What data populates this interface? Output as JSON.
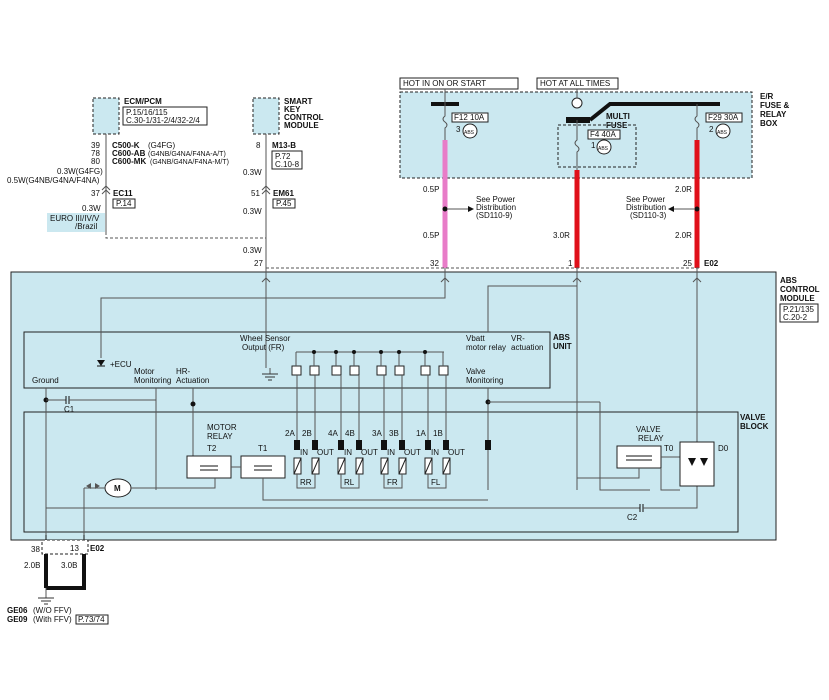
{
  "colors": {
    "panel": "#cbe8f0",
    "pink": "#e87cc8",
    "red": "#e0101a",
    "black": "#111111",
    "callout_bg": "#cbe8f0"
  },
  "supply": {
    "hot_start": "HOT IN ON OR START",
    "hot_all": "HOT AT ALL TIMES",
    "er_box": [
      "E/R",
      "FUSE &",
      "RELAY",
      "BOX"
    ],
    "f12": "F12 10A",
    "f12_pin": "3",
    "f4": "F4 40A",
    "f4_pin": "1",
    "f29": "F29 30A",
    "f29_pin": "2",
    "multi_fuse": [
      "MULTI",
      "FUSE"
    ],
    "abs_icon": "ABS"
  },
  "ecm": {
    "title": "ECM/PCM",
    "ref1": "P.15/16/115",
    "ref2": "C.30-1/31-2/4/32-2/4",
    "pins": [
      "39",
      "78",
      "80"
    ],
    "c500": "C500-K",
    "c500_note": "(G4FG)",
    "c600ab": "C600-AB",
    "c600ab_note": "(G4NB/G4NA/F4NA-A/T)",
    "c600mk": "C600-MK",
    "c600mk_note": "(G4NB/G4NA/F4NA-M/T)",
    "wire1": "0.3W(G4FG)",
    "wire2": "0.5W(G4NB/G4NA/F4NA)",
    "pin37": "37",
    "ec11": "EC11",
    "p14": "P.14",
    "wire3": "0.3W",
    "euro": "EURO III/IV/V",
    "brazil": "/Brazil"
  },
  "smart_key": {
    "title": [
      "SMART",
      "KEY",
      "CONTROL",
      "MODULE"
    ],
    "pin8": "8",
    "m13b": "M13-B",
    "p72": "P.72",
    "c108": "C.10-8",
    "wire": "0.3W",
    "pin51": "51",
    "em61": "EM61",
    "p45": "P.45",
    "wire2": "0.3W",
    "wire3": "0.3W"
  },
  "power": {
    "w05p_a": "0.5P",
    "w05p_b": "0.5P",
    "see1a": "See Power",
    "see1b": "Distribution",
    "see1c": "(SD110-9)",
    "w30r": "3.0R",
    "w20r_a": "2.0R",
    "w20r_b": "2.0R",
    "see2a": "See Power",
    "see2b": "Distribution",
    "see2c": "(SD110-3)"
  },
  "abs_module": {
    "pins": {
      "p27": "27",
      "p32": "32",
      "p1": "1",
      "p25": "25"
    },
    "e02": "E02",
    "title": [
      "ABS",
      "CONTROL",
      "MODULE"
    ],
    "ref1": "P.21/135",
    "ref2": "C.20-2"
  },
  "abs_unit": {
    "title": [
      "ABS",
      "UNIT"
    ],
    "ecu": "+ECU",
    "ground": "Ground",
    "motor": [
      "Motor",
      "Monitoring"
    ],
    "hr": [
      "HR-",
      "Actuation"
    ],
    "ws": [
      "Wheel Sensor",
      "Output (FR)"
    ],
    "vbatt": [
      "Vbatt",
      "motor relay"
    ],
    "vr": [
      "VR-",
      "actuation"
    ],
    "valve_mon": [
      "Valve",
      "Monitoring"
    ],
    "c1": "C1"
  },
  "valve_block": {
    "title": [
      "VALVE",
      "BLOCK"
    ],
    "motor_relay": [
      "MOTOR",
      "RELAY"
    ],
    "t2": "T2",
    "t1": "T1",
    "motor_sym": "M",
    "valves": [
      "2A",
      "2B",
      "4A",
      "4B",
      "3A",
      "3B",
      "1A",
      "1B"
    ],
    "in_label": "IN",
    "out_label": "OUT",
    "wheels": [
      "RR",
      "RL",
      "FR",
      "FL"
    ],
    "valve_relay": [
      "VALVE",
      "RELAY"
    ],
    "t0": "T0",
    "d0": "D0",
    "c2": "C2"
  },
  "ground": {
    "pin38": "38",
    "pin13": "13",
    "e02": "E02",
    "w1": "2.0B",
    "w2": "3.0B",
    "ge06": "GE06",
    "ge06_note": "(W/O FFV)",
    "ge09": "GE09",
    "ge09_note": "(With FFV)",
    "p7374": "P.73/74"
  }
}
